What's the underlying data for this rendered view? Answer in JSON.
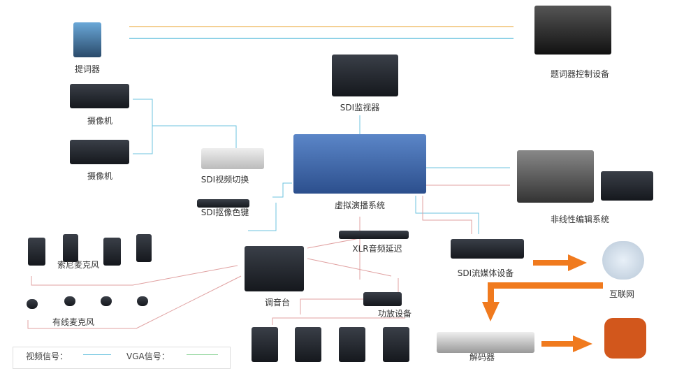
{
  "labels": {
    "teleprompter": "提词器",
    "camera1": "摄像机",
    "camera2": "摄像机",
    "sdi_switcher": "SDI视频切换",
    "sdi_keyer": "SDI抠像色键",
    "sdi_monitor": "SDI监视器",
    "virtual_studio": "虚拟演播系统",
    "prompter_control": "题词器控制设备",
    "nle": "非线性编辑系统",
    "xlr_delay": "XLR音频延迟",
    "sdi_streaming": "SDI流媒体设备",
    "sony_mic": "索尼麦克风",
    "mixer": "调音台",
    "amplifier": "功放设备",
    "wired_mic": "有线麦克风",
    "internet": "互联网",
    "decoder": "解码器"
  },
  "legend": {
    "video": "视频信号：",
    "vga": "VGA信号："
  },
  "colors": {
    "video": "#6cc3df",
    "vga": "#8fd49a",
    "audio": "#e0a0a0",
    "arrow": "#f07a1e",
    "control": "#f0c070"
  }
}
